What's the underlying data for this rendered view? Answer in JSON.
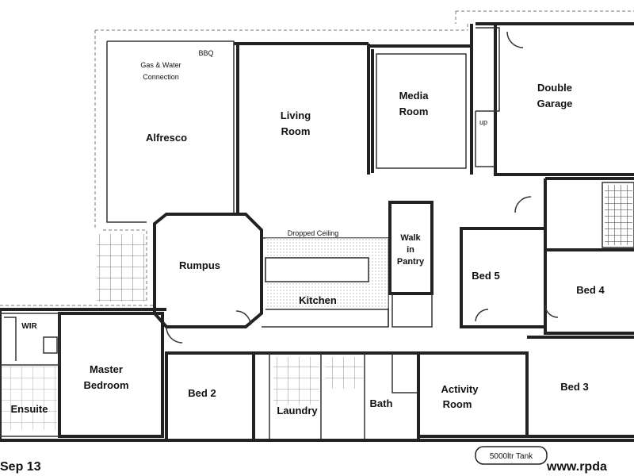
{
  "rooms": {
    "alfresco": "Alfresco",
    "living_line1": "Living",
    "living_line2": "Room",
    "media_line1": "Media",
    "media_line2": "Room",
    "garage_line1": "Double",
    "garage_line2": "Garage",
    "rumpus": "Rumpus",
    "kitchen": "Kitchen",
    "pantry_line1": "Walk",
    "pantry_line2": "in",
    "pantry_line3": "Pantry",
    "bed5": "Bed 5",
    "bed4": "Bed 4",
    "master_line1": "Master",
    "master_line2": "Bedroom",
    "wir": "WIR",
    "ensuite": "Ensuite",
    "bed2": "Bed 2",
    "laundry": "Laundry",
    "bath": "Bath",
    "activity_line1": "Activity",
    "activity_line2": "Room",
    "bed3": "Bed 3"
  },
  "annotations": {
    "bbq": "BBQ",
    "gas_line1": "Gas & Water",
    "gas_line2": "Connection",
    "dropped_ceiling": "Dropped Ceiling",
    "up": "up",
    "tank": "5000ltr Tank"
  },
  "footer": {
    "date": "Sep 13",
    "url": "www.rpda"
  }
}
